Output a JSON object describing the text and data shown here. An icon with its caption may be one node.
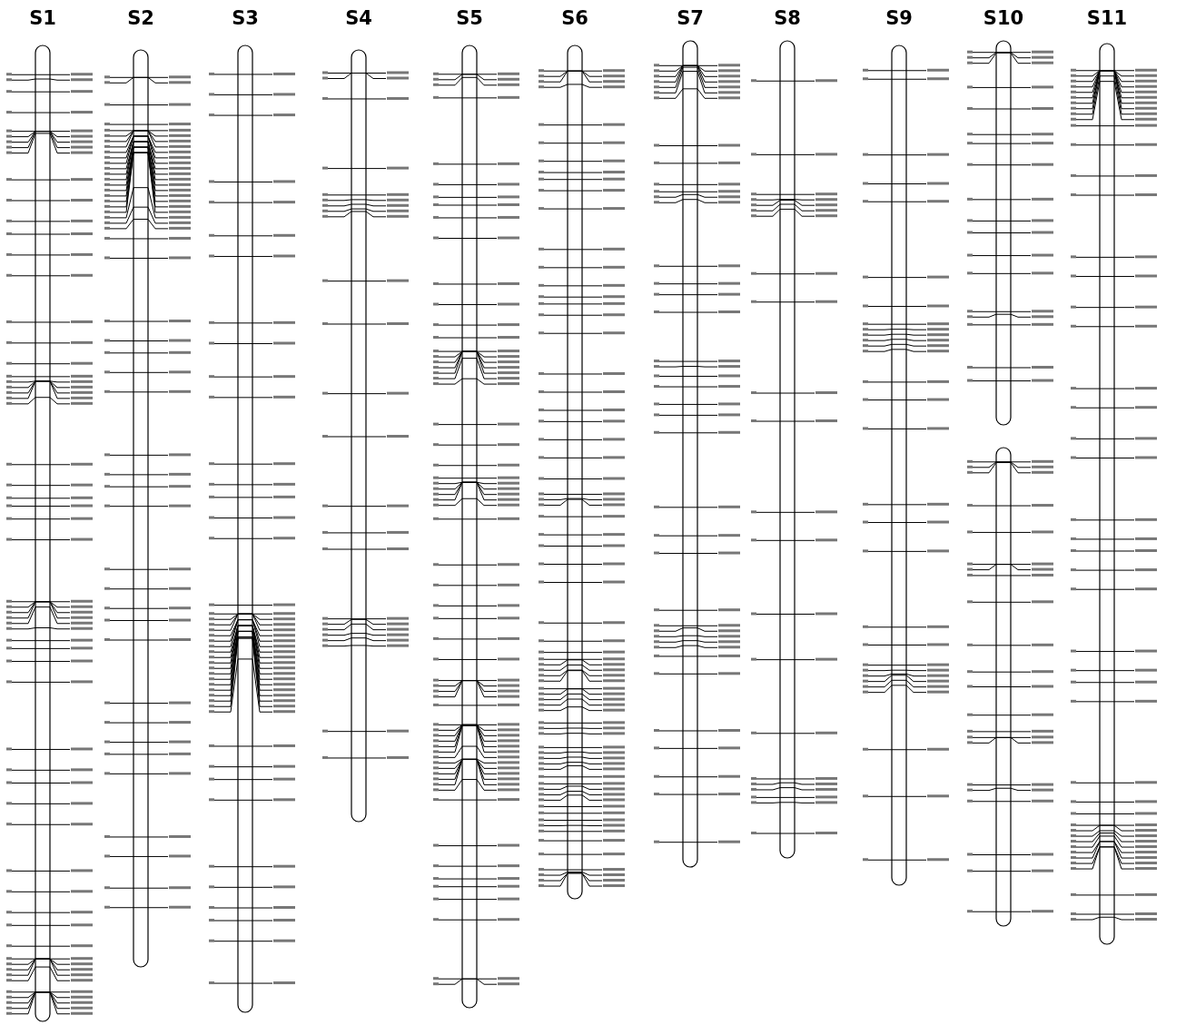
{
  "diagram": {
    "nodes": [
      {
        "text": [
          "S1"
        ]
      },
      {
        "text": [
          "S2"
        ]
      },
      {
        "text": [
          "S3"
        ]
      },
      {
        "text": [
          "S4"
        ]
      },
      {
        "text": [
          "S5"
        ]
      },
      {
        "text": [
          "S6"
        ]
      },
      {
        "text": [
          "S7"
        ]
      },
      {
        "text": [
          "S8"
        ]
      },
      {
        "text": [
          "S9"
        ]
      },
      {
        "text": [
          "S10"
        ]
      },
      {
        "text": [
          "S11"
        ]
      }
    ]
  }
}
